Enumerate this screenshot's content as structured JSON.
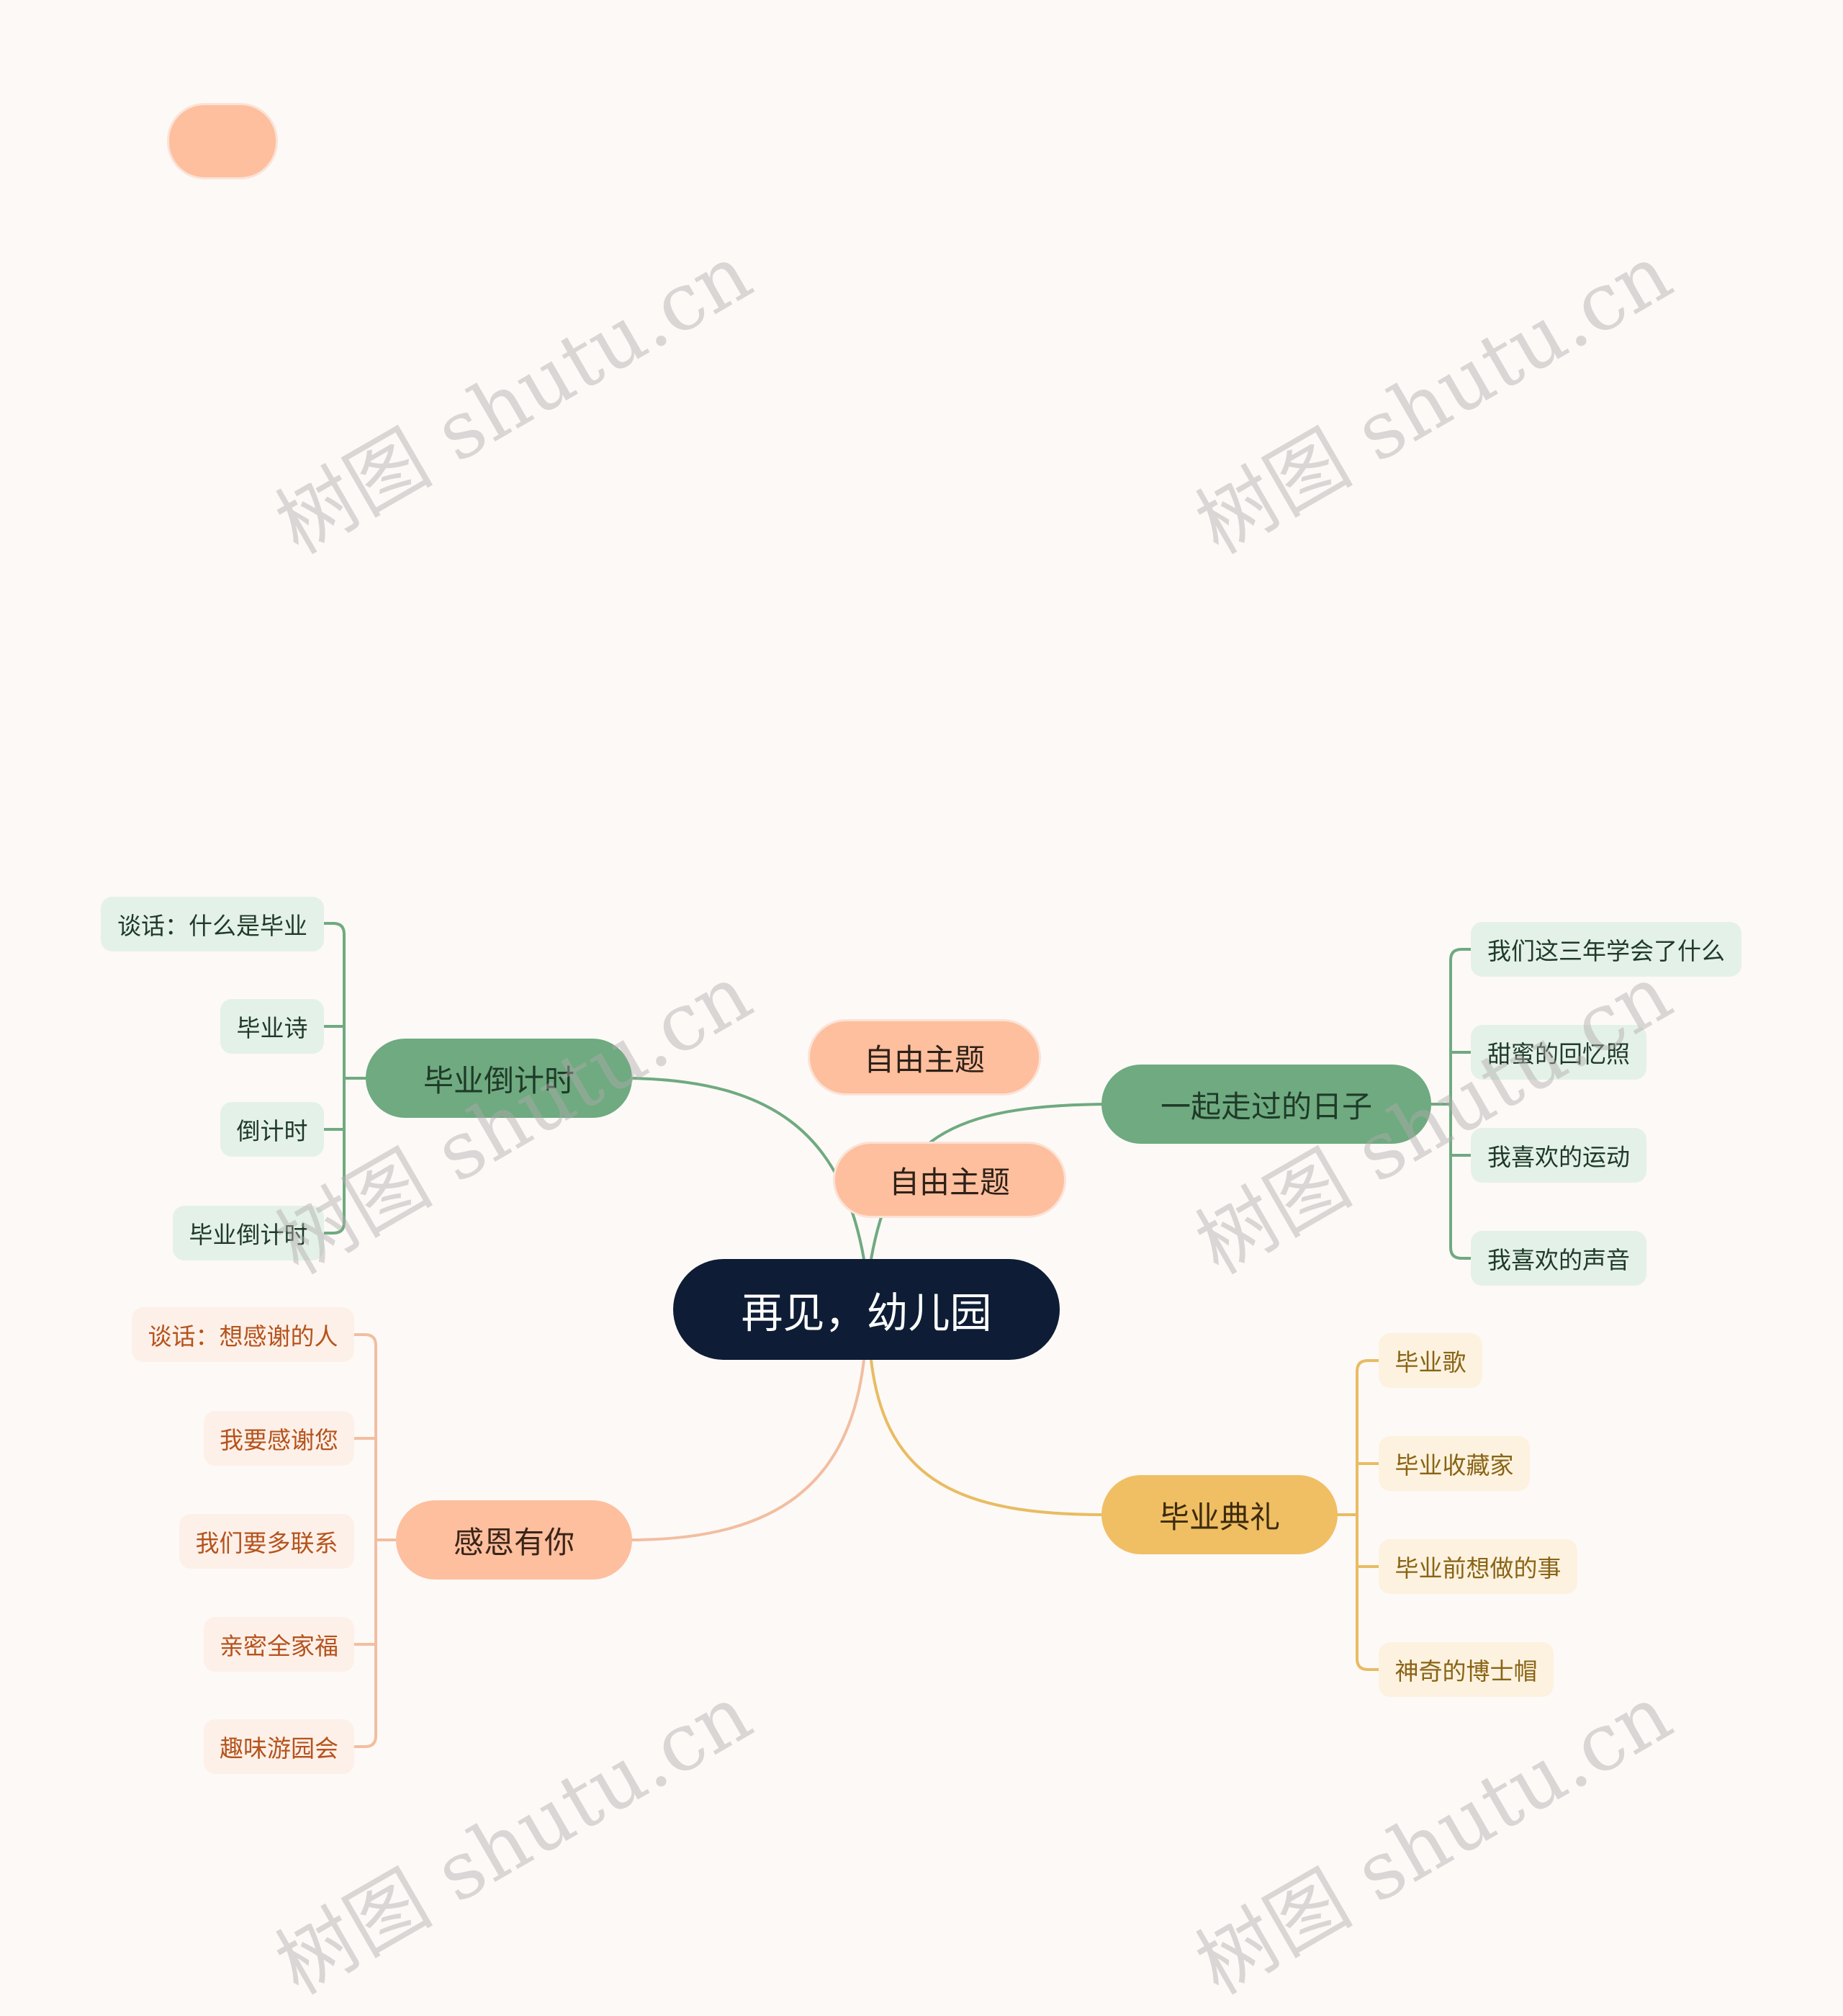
{
  "root": {
    "label": "再见，幼儿园"
  },
  "floating": [
    "自由主题",
    "自由主题"
  ],
  "branches": [
    {
      "id": "countdown",
      "label": "毕业倒计时",
      "color": "#6faa80",
      "leaves": [
        "谈话：什么是毕业",
        "毕业诗",
        "倒计时",
        "毕业倒计时"
      ]
    },
    {
      "id": "days",
      "label": "一起走过的日子",
      "color": "#6faa80",
      "leaves": [
        "我们这三年学会了什么",
        "甜蜜的回忆照",
        "我喜欢的运动",
        "我喜欢的声音"
      ]
    },
    {
      "id": "thanks",
      "label": "感恩有你",
      "color": "#f2bea0",
      "leaves": [
        "谈话：想感谢的人",
        "我要感谢您",
        "我们要多联系",
        "亲密全家福",
        "趣味游园会"
      ]
    },
    {
      "id": "ceremony",
      "label": "毕业典礼",
      "color": "#e8bc62",
      "leaves": [
        "毕业歌",
        "毕业收藏家",
        "毕业前想做的事",
        "神奇的博士帽"
      ]
    }
  ],
  "watermark": "树图 shutu.cn"
}
